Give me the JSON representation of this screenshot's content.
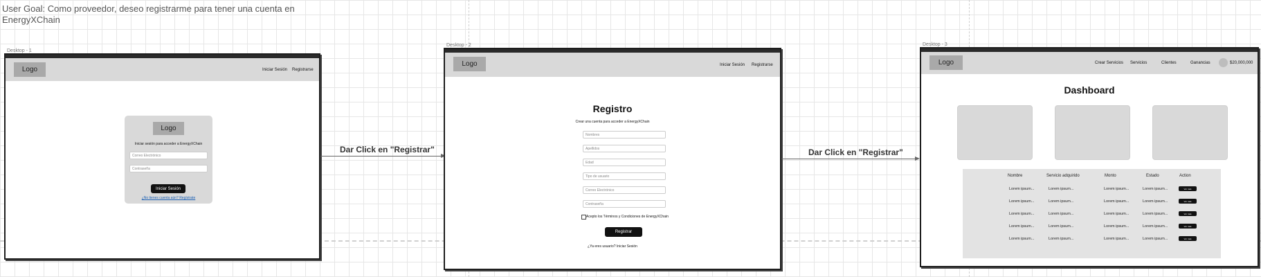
{
  "goal": {
    "text": "User Goal: Como proveedor, deseo registrarme para tener una cuenta en EnergyXChain"
  },
  "frames": {
    "login": {
      "label": "Desktop - 1",
      "nav": {
        "logo": "Logo",
        "links": [
          "Iniciar Sesión",
          "Registrarse"
        ]
      },
      "card": {
        "logo": "Logo",
        "subtitle": "Iniciar sesión para acceder a EnergyXChain",
        "email_placeholder": "Correo Electrónico",
        "password_placeholder": "Contraseña",
        "submit": "Iniciar Sesión",
        "register_link": "¿No tienes cuenta aún? Regístrate"
      }
    },
    "register": {
      "label": "Desktop - 2",
      "nav": {
        "logo": "Logo",
        "links": [
          "Iniciar Sesión",
          "Registrarse"
        ]
      },
      "title": "Registro",
      "subtitle": "Crear una cuenta para acceder a EnergyXChain",
      "fields": [
        "Nombres",
        "Apellidos",
        "Edad",
        "Tipo de usuario",
        "Correo Electrónico",
        "Contraseña"
      ],
      "terms": "Acepto los Términos y Condiciones de EnergyXChain",
      "submit": "Registrar",
      "login_link": "¿Ya eres usuario? Iniciar Sesión"
    },
    "dashboard": {
      "label": "Desktop - 3",
      "nav": {
        "logo": "Logo",
        "links": [
          "Crear Servicios",
          "Servicios",
          "Clientes",
          "Ganancias"
        ],
        "balance": "$20,000,000"
      },
      "title": "Dashboard",
      "table": {
        "headers": [
          "Nombre",
          "Servicio adquirido",
          "Monto",
          "Estado",
          "Action"
        ],
        "rows": [
          [
            "Lorem ipsum...",
            "Lorem ipsum...",
            "Lorem ipsum...",
            "Lorem ipsum...",
            "Ver más"
          ],
          [
            "Lorem ipsum...",
            "Lorem ipsum...",
            "Lorem ipsum...",
            "Lorem ipsum...",
            "Ver más"
          ],
          [
            "Lorem ipsum...",
            "Lorem ipsum...",
            "Lorem ipsum...",
            "Lorem ipsum...",
            "Ver más"
          ],
          [
            "Lorem ipsum...",
            "Lorem ipsum...",
            "Lorem ipsum...",
            "Lorem ipsum...",
            "Ver más"
          ],
          [
            "Lorem ipsum...",
            "Lorem ipsum...",
            "Lorem ipsum...",
            "Lorem ipsum...",
            "Ver más"
          ]
        ]
      }
    }
  },
  "arrows": [
    {
      "label": "Dar Click en \"Registrar\""
    },
    {
      "label": "Dar Click en \"Registrar\""
    }
  ]
}
